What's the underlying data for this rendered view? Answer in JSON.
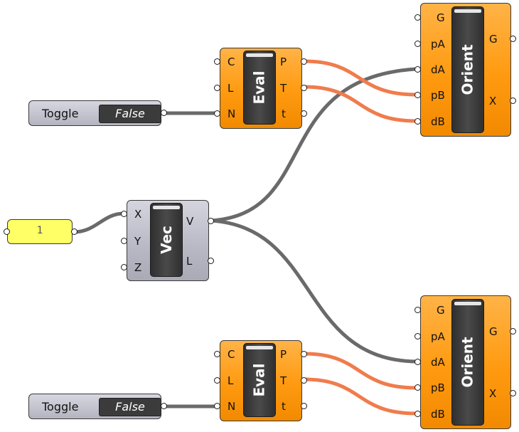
{
  "colors": {
    "wire_default": "#6a6a6a",
    "wire_active": "#f07c4c",
    "component": "#ff9a10",
    "param": "#b7b8c4",
    "panel": "#ffff66"
  },
  "toggle_top": {
    "label": "Toggle",
    "value": "False"
  },
  "toggle_bottom": {
    "label": "Toggle",
    "value": "False"
  },
  "number_panel": {
    "value": "1"
  },
  "vec": {
    "title": "Vec",
    "inputs": [
      "X",
      "Y",
      "Z"
    ],
    "outputs": [
      "V",
      "L"
    ]
  },
  "eval_top": {
    "title": "Eval",
    "inputs": [
      "C",
      "L",
      "N"
    ],
    "outputs": [
      "P",
      "T",
      "t"
    ]
  },
  "eval_bottom": {
    "title": "Eval",
    "inputs": [
      "C",
      "L",
      "N"
    ],
    "outputs": [
      "P",
      "T",
      "t"
    ]
  },
  "orient_top": {
    "title": "Orient",
    "inputs": [
      "G",
      "pA",
      "dA",
      "pB",
      "dB"
    ],
    "outputs": [
      "G",
      "X"
    ]
  },
  "orient_bottom": {
    "title": "Orient",
    "inputs": [
      "G",
      "pA",
      "dA",
      "pB",
      "dB"
    ],
    "outputs": [
      "G",
      "X"
    ]
  }
}
